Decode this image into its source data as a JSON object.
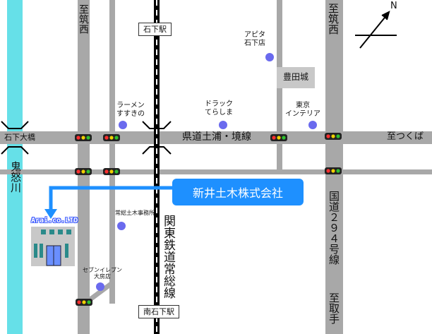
{
  "colors": {
    "river": "#66e0e8",
    "road": "#a8a8a8",
    "railway": "#000000",
    "poi_dot": "#6a6aee",
    "route": "#1e90ff",
    "company_box": "#1e90ff",
    "building_block": "#c8c8c8"
  },
  "stations": {
    "ishige": "石下駅",
    "minami_ishige": "南石下駅"
  },
  "roads": {
    "prefectural": "県道土浦・境線",
    "to_tsukuba": "至つくば",
    "to_chikusei_left": "至筑西",
    "to_chikusei_right": "至筑西",
    "route294": "国道２９４号線",
    "to_toride": "至取手",
    "bridge": "石下大橋"
  },
  "river": "鬼怒川",
  "railway": "関東鉄道常総線",
  "poi": {
    "apita": [
      "アピタ",
      "石下店"
    ],
    "castle": "豊田城",
    "ramen": [
      "ラーメン",
      "すすきの"
    ],
    "drugstore": [
      "ドラック",
      "てらしま"
    ],
    "interior": [
      "東京",
      "インテリア"
    ],
    "joso_office": "常総土木事務所",
    "seven": [
      "セブンイレブン",
      "大房店"
    ]
  },
  "company": {
    "name": "新井土木株式会社",
    "sign": "Arai.co.LTD"
  },
  "compass": "N"
}
